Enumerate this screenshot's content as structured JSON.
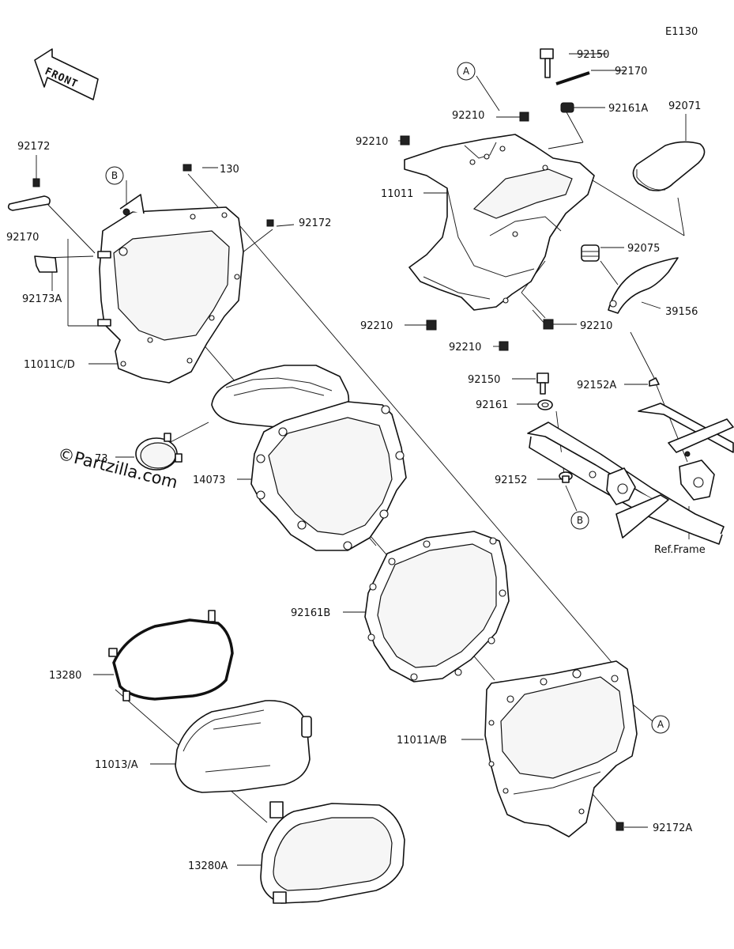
{
  "diagram_id": "E1130",
  "front_label": "FRONT",
  "watermark": "©Partzilla.com",
  "ref_frame": "Ref.Frame",
  "callouts": {
    "a": "A",
    "b": "B"
  },
  "labels": {
    "p92150_top": "92150",
    "p92170_top": "92170",
    "p92161a": "92161A",
    "p92071": "92071",
    "p92210_a": "92210",
    "p92210_b": "92210",
    "p11011": "11011",
    "p92075": "92075",
    "p39156": "39156",
    "p92210_c": "92210",
    "p92210_d": "92210",
    "p92210_e": "92210",
    "p92150_mid": "92150",
    "p92152a": "92152A",
    "p92161": "92161",
    "p92152": "92152",
    "p92172_top": "92172",
    "p130": "130",
    "p92172_mid": "92172",
    "p92170_left": "92170",
    "p92173a": "92173A",
    "p11011cd": "11011C/D",
    "p73": "73",
    "p14073": "14073",
    "p92161b": "92161B",
    "p13280": "13280",
    "p11013a": "11013/A",
    "p13280a": "13280A",
    "p11011ab": "11011A/B",
    "p92172a": "92172A"
  }
}
